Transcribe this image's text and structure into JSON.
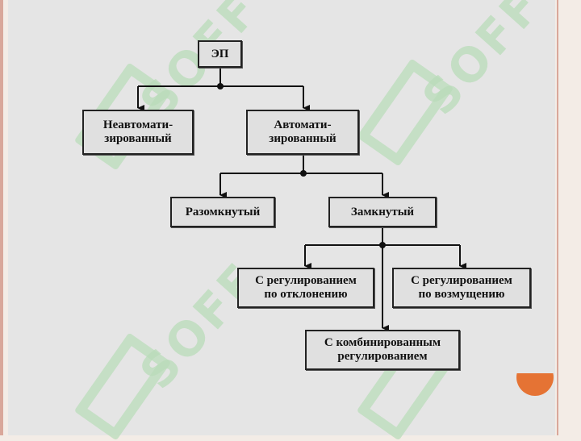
{
  "diagram": {
    "nodes": {
      "root": "ЭП",
      "non_auto": "Неавтомати-\nзированный",
      "auto": "Автомати-\nзированный",
      "open": "Разомкнутый",
      "closed": "Замкнутый",
      "deviation": "С регулированием\nпо отклонению",
      "disturbance": "С регулированием\nпо возмущению",
      "combined": "С комбинированным\nрегулированием"
    },
    "watermark": "SOFF"
  },
  "colors": {
    "slide_bg": "#e5e5e5",
    "frame_accent": "#d9a79a",
    "watermark": "#b9dcb9",
    "accent_circle": "#e57334",
    "lines": "#111111"
  }
}
